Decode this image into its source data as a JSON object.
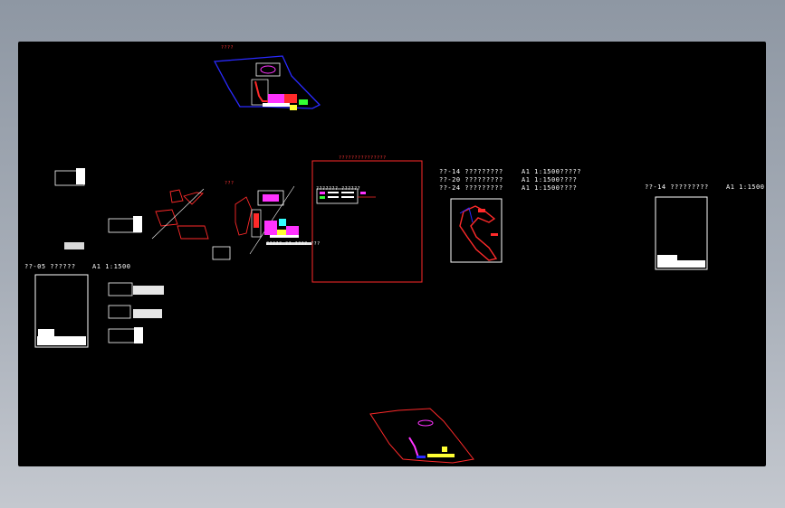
{
  "window": {
    "background_top": "#8e97a3",
    "background_bottom": "#c4c8cf",
    "canvas_color": "#000000"
  },
  "colors": {
    "red": "#ff2a2a",
    "blue": "#2a2aff",
    "white": "#ffffff",
    "magenta": "#ff33ff",
    "yellow": "#ffff33",
    "cyan": "#33ffff",
    "green": "#33ff33"
  },
  "labels": {
    "top_site_title": "????",
    "mid_site_title": "???",
    "legend_header": "??????? ??????",
    "legend_bottom_text": "?????  ??  ????  ???",
    "left_sheet_code": "??-05 ??????",
    "left_sheet_scale": "A1 1:1500",
    "right_group_row1_code": "??-14 ?????????",
    "right_group_row1_scale": "A1 1:1500?????",
    "right_group_row2_code": "??-20 ?????????",
    "right_group_row2_scale": "A1 1:1500????",
    "right_group_row3_code": "??-24 ?????????",
    "right_group_row3_scale": "A1 1:1500????",
    "far_right_code": "??-14 ?????????",
    "far_right_scale": "A1 1:1500",
    "central_frame_title": "???????????????"
  },
  "icons": {
    "site_plan_top": "site-plan-outline",
    "site_plan_bottom": "site-plan-outline",
    "title_block": "title-block-frame"
  }
}
